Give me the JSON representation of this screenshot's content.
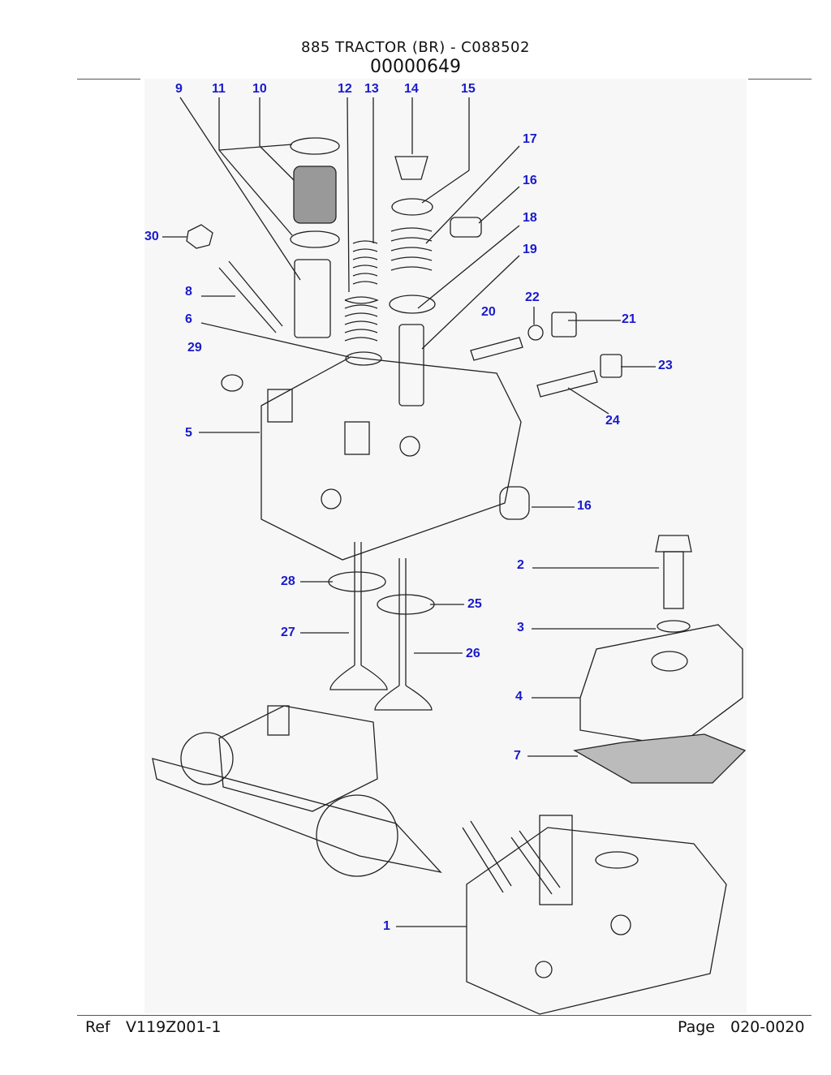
{
  "header": {
    "title": "885 TRACTOR (BR) - C088502",
    "code": "00000649"
  },
  "callouts": [
    {
      "id": "c9",
      "label": "9"
    },
    {
      "id": "c11",
      "label": "11"
    },
    {
      "id": "c10",
      "label": "10"
    },
    {
      "id": "c12",
      "label": "12"
    },
    {
      "id": "c13",
      "label": "13"
    },
    {
      "id": "c14",
      "label": "14"
    },
    {
      "id": "c15",
      "label": "15"
    },
    {
      "id": "c17",
      "label": "17"
    },
    {
      "id": "c16a",
      "label": "16"
    },
    {
      "id": "c18",
      "label": "18"
    },
    {
      "id": "c19",
      "label": "19"
    },
    {
      "id": "c30",
      "label": "30"
    },
    {
      "id": "c8",
      "label": "8"
    },
    {
      "id": "c22",
      "label": "22"
    },
    {
      "id": "c20",
      "label": "20"
    },
    {
      "id": "c21",
      "label": "21"
    },
    {
      "id": "c6",
      "label": "6"
    },
    {
      "id": "c29",
      "label": "29"
    },
    {
      "id": "c23",
      "label": "23"
    },
    {
      "id": "c24",
      "label": "24"
    },
    {
      "id": "c5",
      "label": "5"
    },
    {
      "id": "c16b",
      "label": "16"
    },
    {
      "id": "c2",
      "label": "2"
    },
    {
      "id": "c28",
      "label": "28"
    },
    {
      "id": "c25",
      "label": "25"
    },
    {
      "id": "c3",
      "label": "3"
    },
    {
      "id": "c27",
      "label": "27"
    },
    {
      "id": "c26",
      "label": "26"
    },
    {
      "id": "c4",
      "label": "4"
    },
    {
      "id": "c7",
      "label": "7"
    },
    {
      "id": "c1",
      "label": "1"
    }
  ],
  "footer": {
    "ref_label": "Ref",
    "ref_value": "V119Z001-1",
    "page_label": "Page",
    "page_value": "020-0020"
  },
  "colors": {
    "callout": "#1a1acc",
    "line": "#222222",
    "background": "#f7f7f7"
  }
}
